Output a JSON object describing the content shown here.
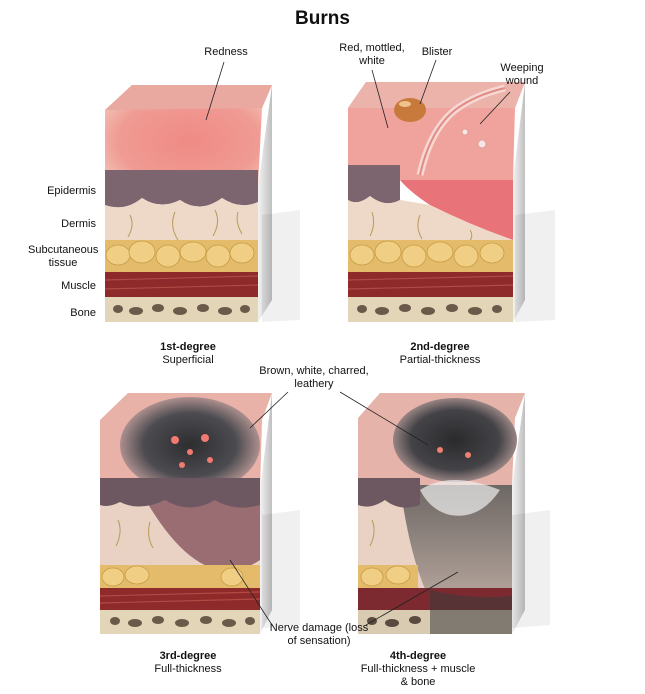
{
  "title": "Burns",
  "layer_labels": {
    "epidermis": "Epidermis",
    "dermis": "Dermis",
    "subcutaneous": "Subcutaneous tissue",
    "muscle": "Muscle",
    "bone": "Bone"
  },
  "callouts": {
    "redness": "Redness",
    "red_mottled": "Red, mottled, white",
    "blister": "Blister",
    "weeping": "Weeping wound",
    "brown_charred": "Brown, white, charred, leathery",
    "nerve_damage": "Nerve damage (loss of sensation)"
  },
  "panels": [
    {
      "degree": "1st-degree",
      "subtitle": "Superficial"
    },
    {
      "degree": "2nd-degree",
      "subtitle": "Partial-thickness"
    },
    {
      "degree": "3rd-degree",
      "subtitle": "Full-thickness"
    },
    {
      "degree": "4th-degree",
      "subtitle": "Full-thickness + muscle & bone"
    }
  ],
  "colors": {
    "skin": "#e8a39a",
    "redness": "#e8646a",
    "epidermis": "#7d6570",
    "dermis": "#e9d3c4",
    "fat": "#e0b765",
    "muscle": "#8e2a2a",
    "bone": "#e3d6b8",
    "char": "#3b3b3e"
  }
}
